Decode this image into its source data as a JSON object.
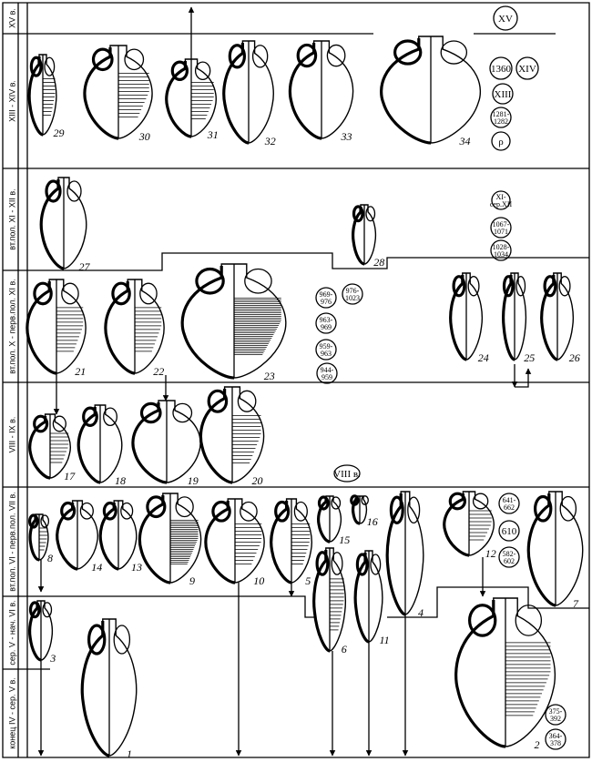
{
  "periods": [
    "XV в.",
    "XIII - XIV в.",
    "вт.пол. XI - XII в.",
    "вт.пол. X - перв.пол. XI в.",
    "VIII - IX в.",
    "вт.пол. VI - перв.пол. VII в.",
    "сер. V - нач. VI в.",
    "конец IV - сер. V в."
  ],
  "date_markers": [
    {
      "id": "xv",
      "lines": [
        "XV"
      ]
    },
    {
      "id": "1360",
      "lines": [
        "1360"
      ]
    },
    {
      "id": "xiv",
      "lines": [
        "XIV"
      ]
    },
    {
      "id": "xiii",
      "lines": [
        "XIII"
      ]
    },
    {
      "id": "1281",
      "lines": [
        "1281-",
        "1282"
      ]
    },
    {
      "id": "rho",
      "lines": [
        "ρ"
      ]
    },
    {
      "id": "xi-xii",
      "lines": [
        "XI-",
        "сер.XII"
      ]
    },
    {
      "id": "1067",
      "lines": [
        "1067-",
        "1071"
      ]
    },
    {
      "id": "1028",
      "lines": [
        "1028-",
        "1034"
      ]
    },
    {
      "id": "969",
      "lines": [
        "969-",
        "976"
      ]
    },
    {
      "id": "976",
      "lines": [
        "976-",
        "1023"
      ]
    },
    {
      "id": "963",
      "lines": [
        "963-",
        "969"
      ]
    },
    {
      "id": "959",
      "lines": [
        "959-",
        "963"
      ]
    },
    {
      "id": "944",
      "lines": [
        "944-",
        "959"
      ]
    },
    {
      "id": "viii",
      "lines": [
        "VIII в."
      ]
    },
    {
      "id": "641",
      "lines": [
        "641-",
        "662"
      ]
    },
    {
      "id": "610",
      "lines": [
        "610"
      ]
    },
    {
      "id": "582",
      "lines": [
        "582-",
        "602"
      ]
    },
    {
      "id": "375",
      "lines": [
        "375-",
        "392"
      ]
    },
    {
      "id": "364",
      "lines": [
        "364-",
        "378"
      ]
    }
  ],
  "vessel_numbers": [
    "29",
    "30",
    "31",
    "32",
    "33",
    "34",
    "27",
    "28",
    "21",
    "22",
    "23",
    "24",
    "25",
    "26",
    "17",
    "18",
    "19",
    "20",
    "8",
    "14",
    "13",
    "9",
    "10",
    "5",
    "15",
    "16",
    "6",
    "11",
    "4",
    "12",
    "7",
    "3",
    "1",
    "2"
  ]
}
